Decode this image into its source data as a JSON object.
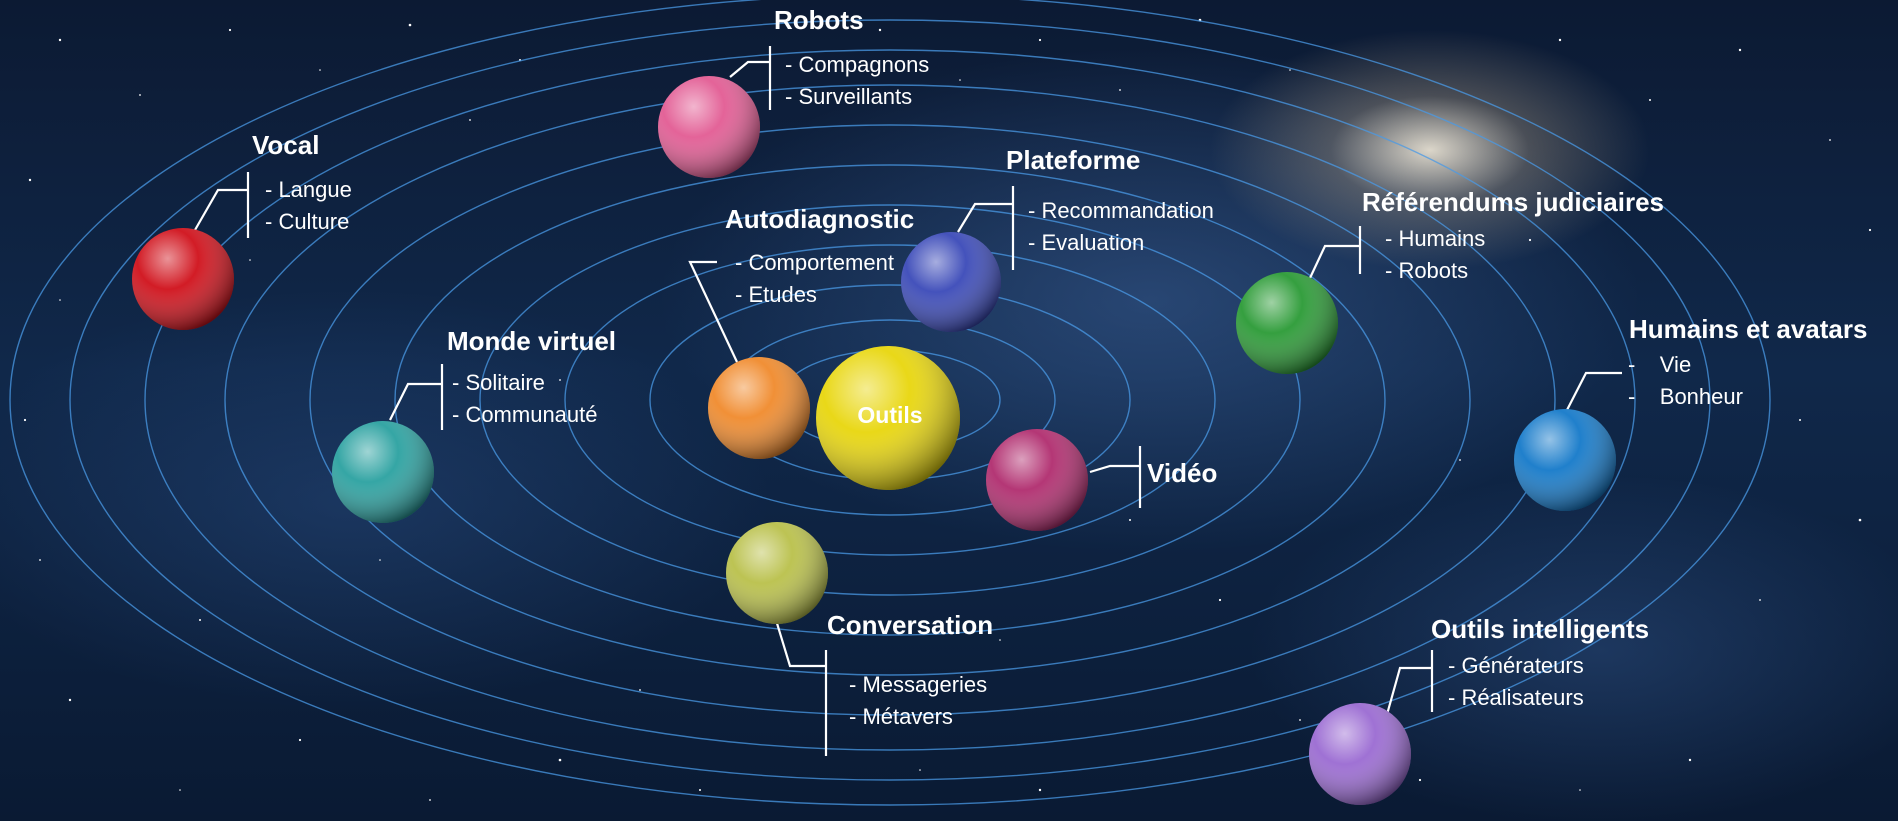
{
  "diagram": {
    "center": {
      "label": "Outils",
      "color": "#e8d60c",
      "text_color": "#e0101a"
    },
    "planets": [
      {
        "id": "robots",
        "title": "Robots",
        "items": [
          "- Compagnons",
          "- Surveillants"
        ],
        "color": "#e25b93"
      },
      {
        "id": "vocal",
        "title": "Vocal",
        "items": [
          "- Langue",
          "- Culture"
        ],
        "color": "#d0101a"
      },
      {
        "id": "plateforme",
        "title": "Plateforme",
        "items": [
          "- Recommandation",
          "- Evaluation"
        ],
        "color": "#3a49b8"
      },
      {
        "id": "autodiagnostic",
        "title": "Autodiagnostic",
        "items": [
          "- Comportement",
          "- Etudes"
        ],
        "color": "#f08a2c"
      },
      {
        "id": "referendums",
        "title": "Référendums judiciaires",
        "items": [
          "- Humains",
          "- Robots"
        ],
        "color": "#2a9a35"
      },
      {
        "id": "monde-virtuel",
        "title": "Monde virtuel",
        "items": [
          "- Solitaire",
          "- Communauté"
        ],
        "color": "#2aa1a0"
      },
      {
        "id": "humains-avatars",
        "title": "Humains et avatars",
        "items": [
          "-    Vie",
          "-    Bonheur"
        ],
        "color": "#1479c9"
      },
      {
        "id": "video",
        "title": "Vidéo",
        "items": [],
        "color": "#b02c6e"
      },
      {
        "id": "conversation",
        "title": "Conversation",
        "items": [
          "- Messageries",
          "- Métavers"
        ],
        "color": "#b9c04a"
      },
      {
        "id": "outils-intelligents",
        "title": "Outils intelligents",
        "items": [
          "- Générateurs",
          "- Réalisateurs"
        ],
        "color": "#9a6ad2"
      }
    ]
  }
}
